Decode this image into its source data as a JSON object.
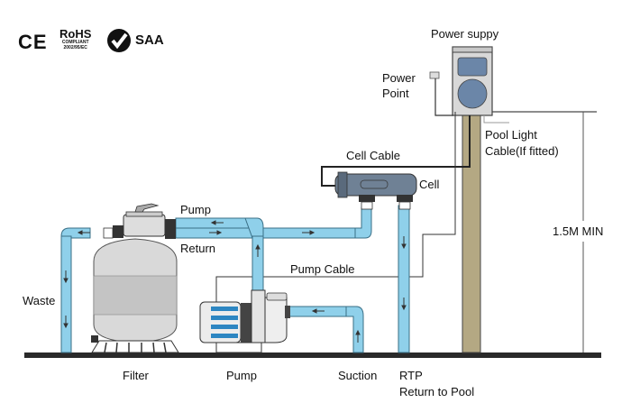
{
  "certifications": {
    "ce": "CE",
    "rohs": "RoHS",
    "rohs_sub1": "COMPLIANT",
    "rohs_sub2": "2002/95/EC",
    "saa": "SAA"
  },
  "labels": {
    "power_supply": "Power suppy",
    "power_point_line1": "Power",
    "power_point_line2": "Point",
    "pool_light_line1": "Pool Light",
    "pool_light_line2": "Cable(If fitted)",
    "cell_cable": "Cell Cable",
    "cell": "Cell",
    "pump_pipe": "Pump",
    "return_pipe": "Return",
    "pump_cable": "Pump Cable",
    "waste": "Waste",
    "height_min": "1.5M MIN",
    "filter": "Filter",
    "pump": "Pump",
    "suction": "Suction",
    "rtp": "RTP",
    "return_to_pool": "Return to Pool"
  },
  "colors": {
    "pipe": "#8fd0ea",
    "pipe_stroke": "#3a6f86",
    "post": "#b4a883",
    "cell_body": "#6f8195",
    "filter_body": "#d9d9d9",
    "filter_band": "#c4c4c4",
    "ground": "#2a2a2a",
    "supply_panel": "#6b86a8"
  }
}
